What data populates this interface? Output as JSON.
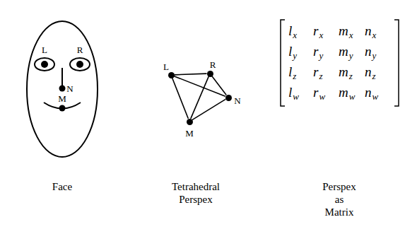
{
  "diagram": {
    "nodes": [
      {
        "text": [
          "L"
        ]
      },
      {
        "text": [
          "R"
        ]
      },
      {
        "text": [
          "N"
        ]
      },
      {
        "text": [
          "M"
        ]
      }
    ],
    "edges": [
      {
        "from": 0,
        "to": 1,
        "arrow": "none"
      },
      {
        "from": 0,
        "to": 2,
        "arrow": "none"
      },
      {
        "from": 0,
        "to": 3,
        "arrow": "none"
      },
      {
        "from": 1,
        "to": 2,
        "arrow": "none"
      },
      {
        "from": 1,
        "to": 3,
        "arrow": "none"
      },
      {
        "from": 2,
        "to": 3,
        "arrow": "none"
      }
    ],
    "labels": [
      "L",
      "R",
      "N",
      "M",
      "Face",
      "Tetrahedral Perspex",
      "l",
      "x",
      "r",
      "x",
      "m",
      "x",
      "n",
      "x",
      "l",
      "y",
      "r",
      "y",
      "m",
      "y",
      "n",
      "y",
      "l",
      "z",
      "r",
      "z",
      "m",
      "z",
      "n",
      "z",
      "l",
      "w",
      "r",
      "w",
      "m",
      "w",
      "n",
      "w",
      "Perspex as Matrix"
    ]
  }
}
